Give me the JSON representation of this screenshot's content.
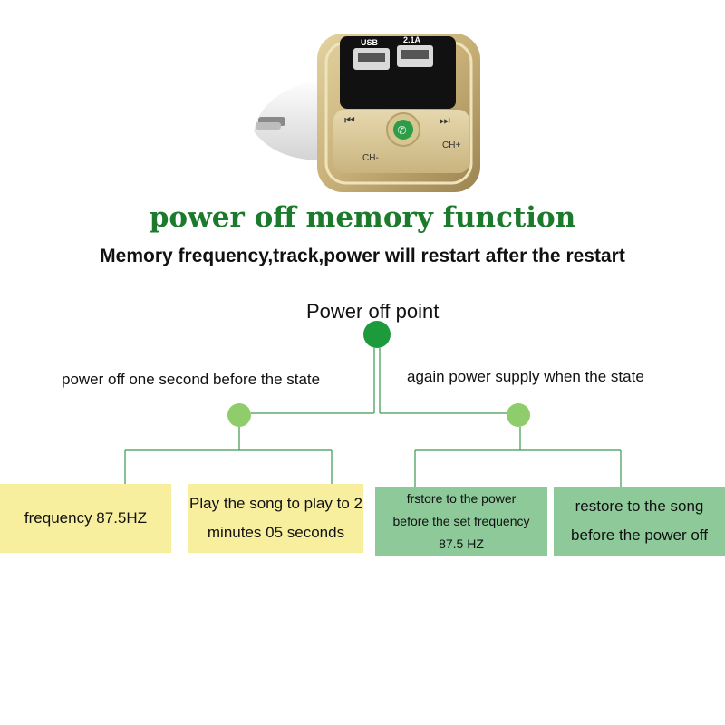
{
  "heading": {
    "title": "power off memory function",
    "subtitle": "Memory frequency,track,power will restart after the restart"
  },
  "device": {
    "port_labels": [
      "USB",
      "2.1A"
    ],
    "button_labels": [
      "CH-",
      "CH+"
    ],
    "icons": [
      "usb-port-icon",
      "charging-port-icon",
      "previous-track-icon",
      "next-track-icon",
      "phone-icon"
    ],
    "colors": {
      "body": "#c7b27a",
      "screen": "#111111",
      "plug": "#f2f2f2",
      "phone_button": "#2e9d47"
    }
  },
  "diagram": {
    "root": {
      "label": "Power off point",
      "color": "#1c9a3c"
    },
    "branches": [
      {
        "label": "power off one second before the state",
        "color": "#8fcd6c",
        "leaves": [
          {
            "lines": [
              "frequency 87.5HZ"
            ],
            "color": "#f7ef9e"
          },
          {
            "lines": [
              "Play the song to play to 2",
              "minutes 05 seconds"
            ],
            "color": "#f7ef9e"
          }
        ]
      },
      {
        "label": "again power supply when the state",
        "color": "#8fcd6c",
        "leaves": [
          {
            "lines": [
              "frstore to the power",
              "before the set frequency",
              "87.5 HZ"
            ],
            "color": "#8ec99a"
          },
          {
            "lines": [
              "restore to the song",
              "before the power off"
            ],
            "color": "#8ec99a"
          }
        ]
      }
    ],
    "line_color": "#3a9a4e"
  }
}
